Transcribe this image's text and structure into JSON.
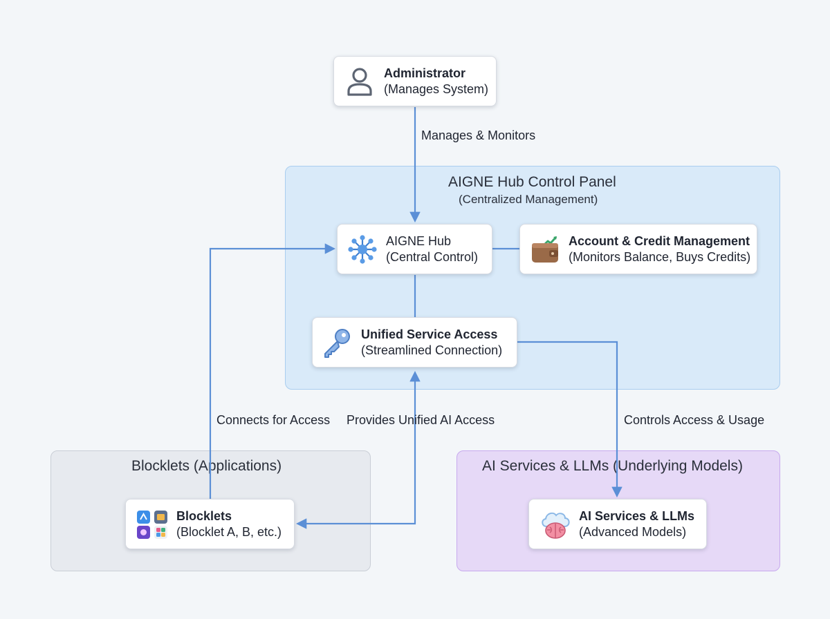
{
  "colors": {
    "background": "#f3f6f9",
    "hub_panel": "#d9eaf9",
    "blocklets_panel": "#e7eaef",
    "ai_panel": "#e6d9f7",
    "connector": "#5b8fd6"
  },
  "panels": {
    "hub": {
      "title": "AIGNE Hub Control Panel",
      "subtitle": "(Centralized Management)"
    },
    "blocklets": {
      "title": "Blocklets (Applications)"
    },
    "ai": {
      "title": "AI Services & LLMs (Underlying Models)"
    }
  },
  "nodes": {
    "admin": {
      "title": "Administrator",
      "subtitle": "(Manages System)",
      "icon": "user-icon"
    },
    "hub": {
      "title": "AIGNE Hub",
      "subtitle": "(Central Control)",
      "icon": "network-hub-icon"
    },
    "account": {
      "title": "Account & Credit Management",
      "subtitle": "(Monitors Balance, Buys Credits)",
      "icon": "wallet-icon"
    },
    "unified": {
      "title": "Unified Service Access",
      "subtitle": "(Streamlined Connection)",
      "icon": "key-icon"
    },
    "blocklets": {
      "title": "Blocklets",
      "subtitle": "(Blocklet A, B, etc.)",
      "icon": "app-grid-icon"
    },
    "ai": {
      "title": "AI Services & LLMs",
      "subtitle": "(Advanced Models)",
      "icon": "cloud-brain-icon"
    }
  },
  "edges": {
    "manages": "Manages & Monitors",
    "connects": "Connects for Access",
    "provides": "Provides Unified AI Access",
    "controls": "Controls Access & Usage"
  }
}
